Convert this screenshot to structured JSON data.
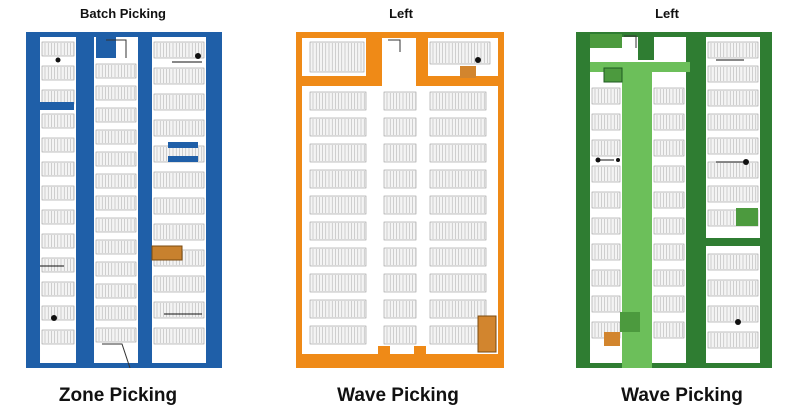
{
  "panels": [
    {
      "top_label": "Batch Picking",
      "bottom_label": "Zone Picking",
      "color_main": "#1f5fa8",
      "color_accent": "#1f5fa8",
      "color_crate": "#c8812e"
    },
    {
      "top_label": "Left",
      "bottom_label": "Wave Picking",
      "color_main": "#ef8a17",
      "color_accent": "#ef8a17",
      "color_crate": "#d2852e"
    },
    {
      "top_label": "Left",
      "bottom_label": "Wave Picking",
      "color_main": "#2f7d32",
      "color_accent": "#6cbf5a",
      "color_crate": "#d2852e"
    }
  ],
  "icons": [
    "rack-icon",
    "door-icon",
    "pick-station-icon",
    "crate-icon"
  ]
}
